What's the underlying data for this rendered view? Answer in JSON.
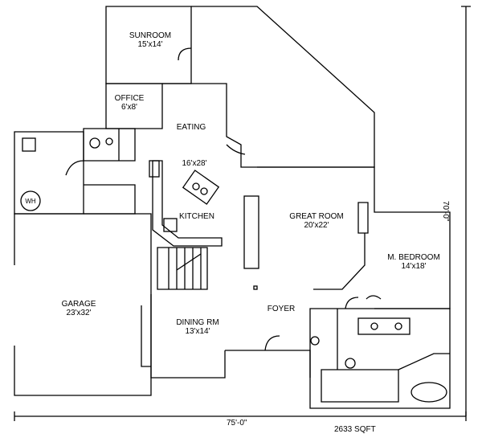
{
  "rooms": [
    {
      "id": "sunroom",
      "name": "SUNROOM",
      "size": "15'x14'"
    },
    {
      "id": "office",
      "name": "OFFICE",
      "size": "6'x8'"
    },
    {
      "id": "eating",
      "name": "EATING",
      "size": "16'x28'"
    },
    {
      "id": "kitchen",
      "name": "KITCHEN",
      "size": ""
    },
    {
      "id": "great-room",
      "name": "GREAT ROOM",
      "size": "20'x22'"
    },
    {
      "id": "master-bedroom",
      "name": "M. BEDROOM",
      "size": "14'x18'"
    },
    {
      "id": "garage",
      "name": "GARAGE",
      "size": "23'x32'"
    },
    {
      "id": "dining-rm",
      "name": "DINING RM",
      "size": "13'x14'"
    },
    {
      "id": "foyer",
      "name": "FOYER",
      "size": ""
    }
  ],
  "fixtures": {
    "water_heater": "WH"
  },
  "dimensions": {
    "width": "75'-0\"",
    "depth": "70'-0\"",
    "area": "2633 SQFT"
  },
  "colors": {
    "line": "#000000",
    "background": "#ffffff"
  }
}
